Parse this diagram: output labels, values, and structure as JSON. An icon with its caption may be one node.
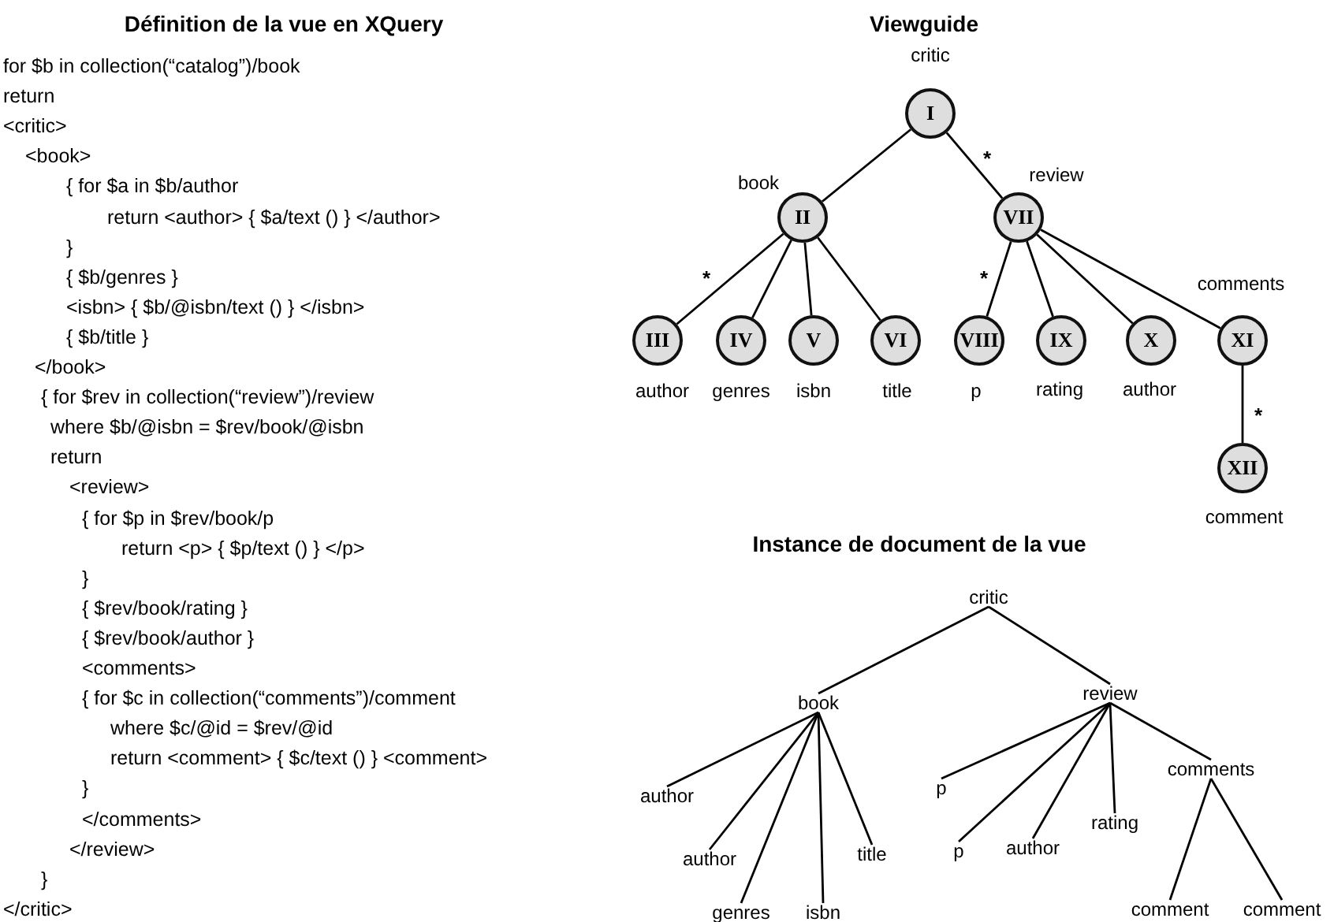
{
  "diagram": {
    "nodes": [
      {
        "text": [
          "I"
        ],
        "beside": [
          "critic"
        ]
      },
      {
        "text": [
          "II"
        ],
        "beside": [
          "book"
        ]
      },
      {
        "text": [
          "VII"
        ],
        "beside": [
          "review"
        ]
      },
      {
        "text": [
          "III"
        ],
        "beside": [
          "author"
        ]
      },
      {
        "text": [
          "IV"
        ],
        "beside": [
          "genres"
        ]
      },
      {
        "text": [
          "V"
        ],
        "beside": [
          "isbn"
        ]
      },
      {
        "text": [
          "VI"
        ],
        "beside": [
          "title"
        ]
      },
      {
        "text": [
          "VIII"
        ],
        "beside": [
          "p"
        ]
      },
      {
        "text": [
          "IX"
        ],
        "beside": [
          "rating"
        ]
      },
      {
        "text": [
          "X"
        ],
        "beside": [
          "author"
        ]
      },
      {
        "text": [
          "XI"
        ],
        "beside": [
          "comments"
        ]
      },
      {
        "text": [
          "XII"
        ],
        "beside": [
          "comment"
        ]
      },
      {
        "text": [
          "critic"
        ]
      },
      {
        "text": [
          "book"
        ]
      },
      {
        "text": [
          "review"
        ]
      },
      {
        "text": [
          "author"
        ]
      },
      {
        "text": [
          "author"
        ]
      },
      {
        "text": [
          "genres"
        ]
      },
      {
        "text": [
          "isbn"
        ]
      },
      {
        "text": [
          "title"
        ]
      },
      {
        "text": [
          "p"
        ]
      },
      {
        "text": [
          "p"
        ]
      },
      {
        "text": [
          "author"
        ]
      },
      {
        "text": [
          "rating"
        ]
      },
      {
        "text": [
          "comments"
        ]
      },
      {
        "text": [
          "comment"
        ]
      },
      {
        "text": [
          "comment"
        ]
      }
    ],
    "edges": [
      {
        "from": 0,
        "to": 1,
        "arrow": "none"
      },
      {
        "from": 0,
        "to": 2,
        "arrow": "none",
        "label": "*"
      },
      {
        "from": 1,
        "to": 3,
        "arrow": "none",
        "label": "*"
      },
      {
        "from": 1,
        "to": 4,
        "arrow": "none"
      },
      {
        "from": 1,
        "to": 5,
        "arrow": "none"
      },
      {
        "from": 1,
        "to": 6,
        "arrow": "none"
      },
      {
        "from": 2,
        "to": 7,
        "arrow": "none",
        "label": "*"
      },
      {
        "from": 2,
        "to": 8,
        "arrow": "none"
      },
      {
        "from": 2,
        "to": 9,
        "arrow": "none"
      },
      {
        "from": 2,
        "to": 10,
        "arrow": "none"
      },
      {
        "from": 10,
        "to": 11,
        "arrow": "none",
        "label": "*"
      },
      {
        "from": 12,
        "to": 13,
        "arrow": "none"
      },
      {
        "from": 12,
        "to": 14,
        "arrow": "none"
      },
      {
        "from": 13,
        "to": 15,
        "arrow": "none"
      },
      {
        "from": 13,
        "to": 16,
        "arrow": "none"
      },
      {
        "from": 13,
        "to": 17,
        "arrow": "none"
      },
      {
        "from": 13,
        "to": 18,
        "arrow": "none"
      },
      {
        "from": 13,
        "to": 19,
        "arrow": "none"
      },
      {
        "from": 14,
        "to": 20,
        "arrow": "none"
      },
      {
        "from": 14,
        "to": 21,
        "arrow": "none"
      },
      {
        "from": 14,
        "to": 22,
        "arrow": "none"
      },
      {
        "from": 14,
        "to": 23,
        "arrow": "none"
      },
      {
        "from": 14,
        "to": 24,
        "arrow": "none"
      },
      {
        "from": 24,
        "to": 25,
        "arrow": "none"
      },
      {
        "from": 24,
        "to": 26,
        "arrow": "none"
      }
    ],
    "labels": [
      "Définition de la vue en XQuery",
      "Viewguide",
      "for $b in collection(“catalog”)/book",
      "return",
      "<critic>",
      "<book>",
      "{ for $a in $b/author",
      "return <author> { $a/text () } </author>",
      "}",
      "{ $b/genres }",
      "<isbn> { $b/@isbn/text () } </isbn>",
      "{ $b/title }",
      "</book>",
      "{ for $rev in collection(“review”)/review",
      "where $b/@isbn = $rev/book/@isbn",
      "return",
      "<review>",
      "{ for $p in $rev/book/p",
      "return <p> { $p/text () } </p>",
      "}",
      "{ $rev/book/rating }",
      "{ $rev/book/author }",
      "<comments>",
      "{ for $c in collection(“comments”)/comment",
      "where $c/@id = $rev/@id",
      "return <comment> { $c/text () } <comment>",
      "}",
      "</comments>",
      "</review>",
      "}",
      "</critic>",
      "Instance de document de la vue"
    ]
  }
}
